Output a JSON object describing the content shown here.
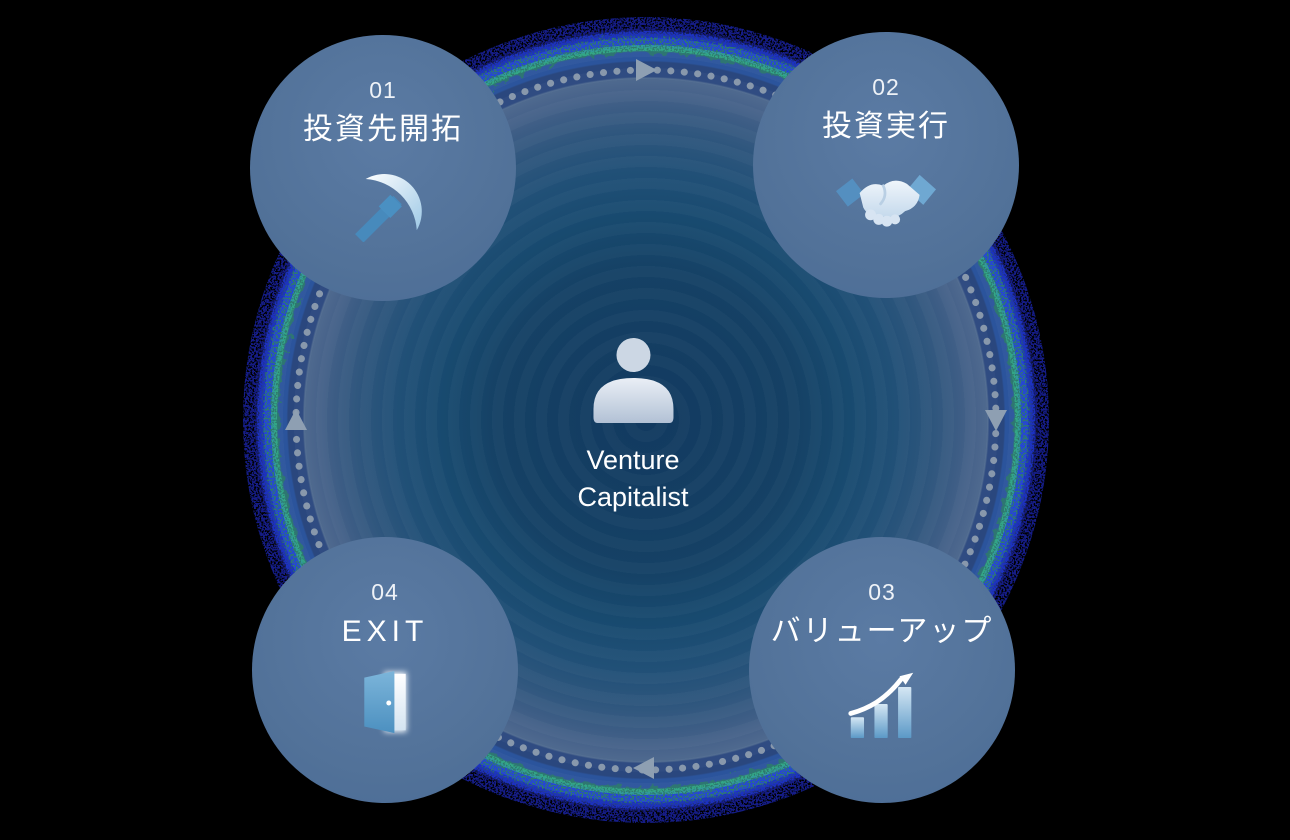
{
  "center": {
    "line1": "Venture",
    "line2": "Capitalist",
    "icon": "person-icon"
  },
  "steps": [
    {
      "number": "01",
      "title": "投資先開拓",
      "icon": "pickaxe-icon"
    },
    {
      "number": "02",
      "title": "投資実行",
      "icon": "handshake-icon"
    },
    {
      "number": "03",
      "title": "バリューアップ",
      "icon": "growth-bars-icon"
    },
    {
      "number": "04",
      "title": "EXIT",
      "icon": "door-icon"
    }
  ],
  "cycle": {
    "direction": "clockwise",
    "arrow_positions": [
      "top",
      "right",
      "bottom",
      "left"
    ]
  },
  "colors": {
    "background": "#000000",
    "cycle_core": "#123a60",
    "cycle_edge_teal": "#2f7a6e",
    "cycle_edge_blue": "#1e31c0",
    "dot_ring": "#8d9cae",
    "arrow": "#8e9fb2",
    "step_circle": "#527299",
    "text": "#ffffff"
  }
}
